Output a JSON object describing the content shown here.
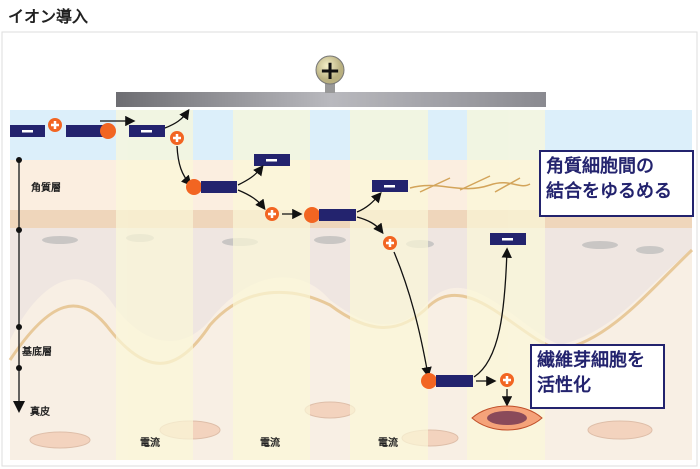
{
  "title": "イオン導入",
  "layers": {
    "stratum_corneum": "角質層",
    "basal_layer": "基底層",
    "dermis": "真皮"
  },
  "current_labels": [
    "電流",
    "電流",
    "電流"
  ],
  "electrode_sign": "+",
  "callouts": {
    "corneum": [
      "角質細胞間の",
      "結合をゆるめる"
    ],
    "fibroblast": [
      "繊維芽細胞を",
      "活性化"
    ]
  },
  "colors": {
    "ion_bar": "#23236e",
    "ion_positive": "#f26522",
    "top_band": "#dceffa",
    "column_yellow": "#fbf8dc",
    "tan_band": "#efd6bb"
  }
}
